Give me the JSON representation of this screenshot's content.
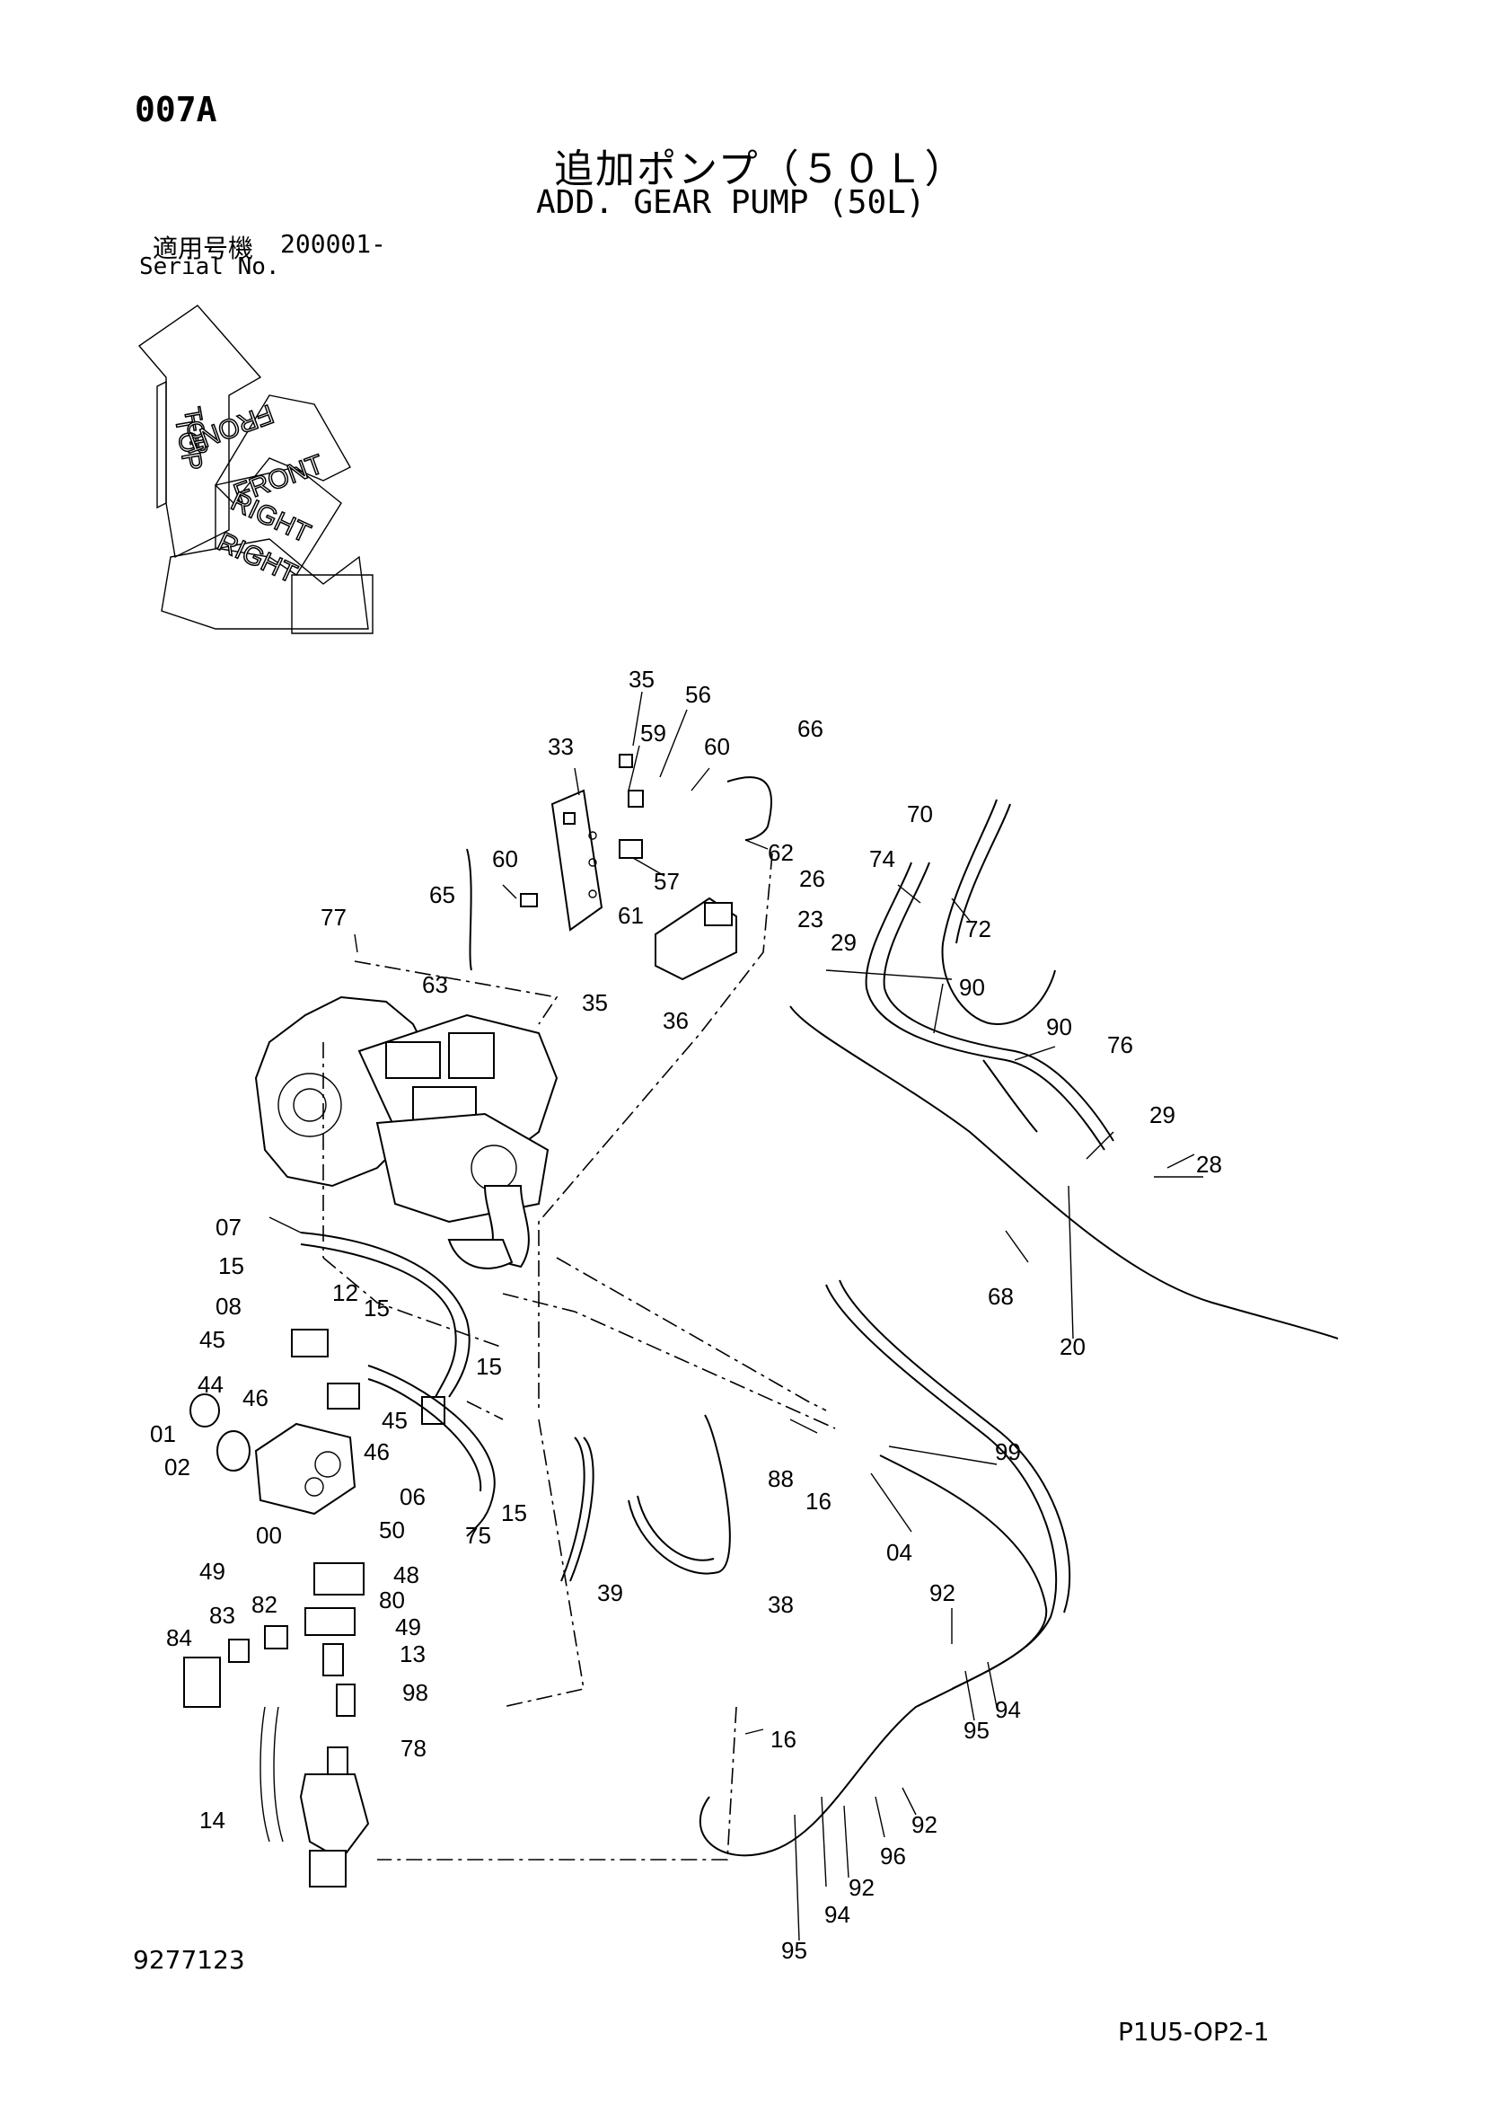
{
  "header": {
    "page_code": "007A",
    "title_jp": "追加ポンプ（５０Ｌ）",
    "title_en": "ADD. GEAR PUMP (50L)",
    "serial_label_jp": "適用号機",
    "serial_number": "200001-",
    "serial_label_en": "Serial No."
  },
  "orientation": {
    "top": "TOP",
    "front": "FRONT",
    "right": "RIGHT"
  },
  "part_labels": [
    "35",
    "56",
    "59",
    "60",
    "66",
    "33",
    "60",
    "62",
    "65",
    "57",
    "26",
    "61",
    "77",
    "23",
    "70",
    "74",
    "72",
    "29",
    "63",
    "35",
    "36",
    "90",
    "90",
    "76",
    "29",
    "28",
    "07",
    "15",
    "08",
    "12",
    "15",
    "45",
    "44",
    "15",
    "46",
    "45",
    "01",
    "02",
    "46",
    "06",
    "15",
    "75",
    "00",
    "50",
    "49",
    "48",
    "80",
    "49",
    "13",
    "98",
    "78",
    "14",
    "84",
    "83",
    "82",
    "39",
    "38",
    "88",
    "16",
    "99",
    "04",
    "68",
    "20",
    "92",
    "94",
    "95",
    "16",
    "92",
    "96",
    "92",
    "94",
    "95"
  ],
  "footer": {
    "drawing_ref": "9277123",
    "page_ref": "P1U5-OP2-1"
  }
}
